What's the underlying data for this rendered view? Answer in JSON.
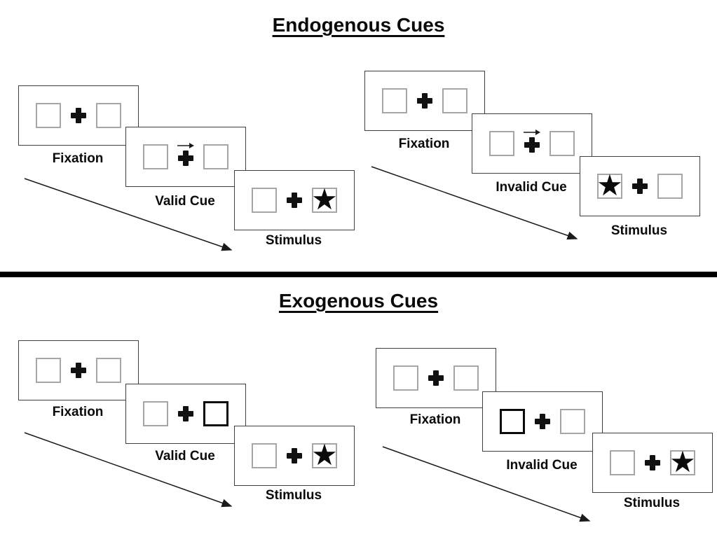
{
  "sections": [
    {
      "id": "endogenous",
      "title": "Endogenous Cues",
      "sequences": [
        {
          "name": "valid",
          "panels": [
            {
              "type": "fixation",
              "label": "Fixation"
            },
            {
              "type": "cue",
              "label": "Valid Cue",
              "cue_style": "arrow-right-above-cross"
            },
            {
              "type": "stimulus",
              "label": "Stimulus",
              "star_side": "right"
            }
          ]
        },
        {
          "name": "invalid",
          "panels": [
            {
              "type": "fixation",
              "label": "Fixation"
            },
            {
              "type": "cue",
              "label": "Invalid Cue",
              "cue_style": "arrow-right-above-cross"
            },
            {
              "type": "stimulus",
              "label": "Stimulus",
              "star_side": "left"
            }
          ]
        }
      ]
    },
    {
      "id": "exogenous",
      "title": "Exogenous Cues",
      "sequences": [
        {
          "name": "valid",
          "panels": [
            {
              "type": "fixation",
              "label": "Fixation"
            },
            {
              "type": "cue",
              "label": "Valid Cue",
              "cue_style": "thick-right-box"
            },
            {
              "type": "stimulus",
              "label": "Stimulus",
              "star_side": "right"
            }
          ]
        },
        {
          "name": "invalid",
          "panels": [
            {
              "type": "fixation",
              "label": "Fixation"
            },
            {
              "type": "cue",
              "label": "Invalid Cue",
              "cue_style": "thick-left-box"
            },
            {
              "type": "stimulus",
              "label": "Stimulus",
              "star_side": "right"
            }
          ]
        }
      ]
    }
  ],
  "glyphs": {
    "star": "★"
  },
  "icons": {
    "fixation_cross": "plus-cross",
    "cue_arrow": "right-arrow",
    "stimulus_star": "black-star",
    "timeline_arrow": "diagonal-arrow-down-right"
  },
  "colors": {
    "ink": "#000000",
    "panel_border": "#3f3f3f",
    "placeholder_box_border": "#a6a6a6",
    "cue_box_border": "#0a0a0a",
    "background": "#ffffff"
  }
}
